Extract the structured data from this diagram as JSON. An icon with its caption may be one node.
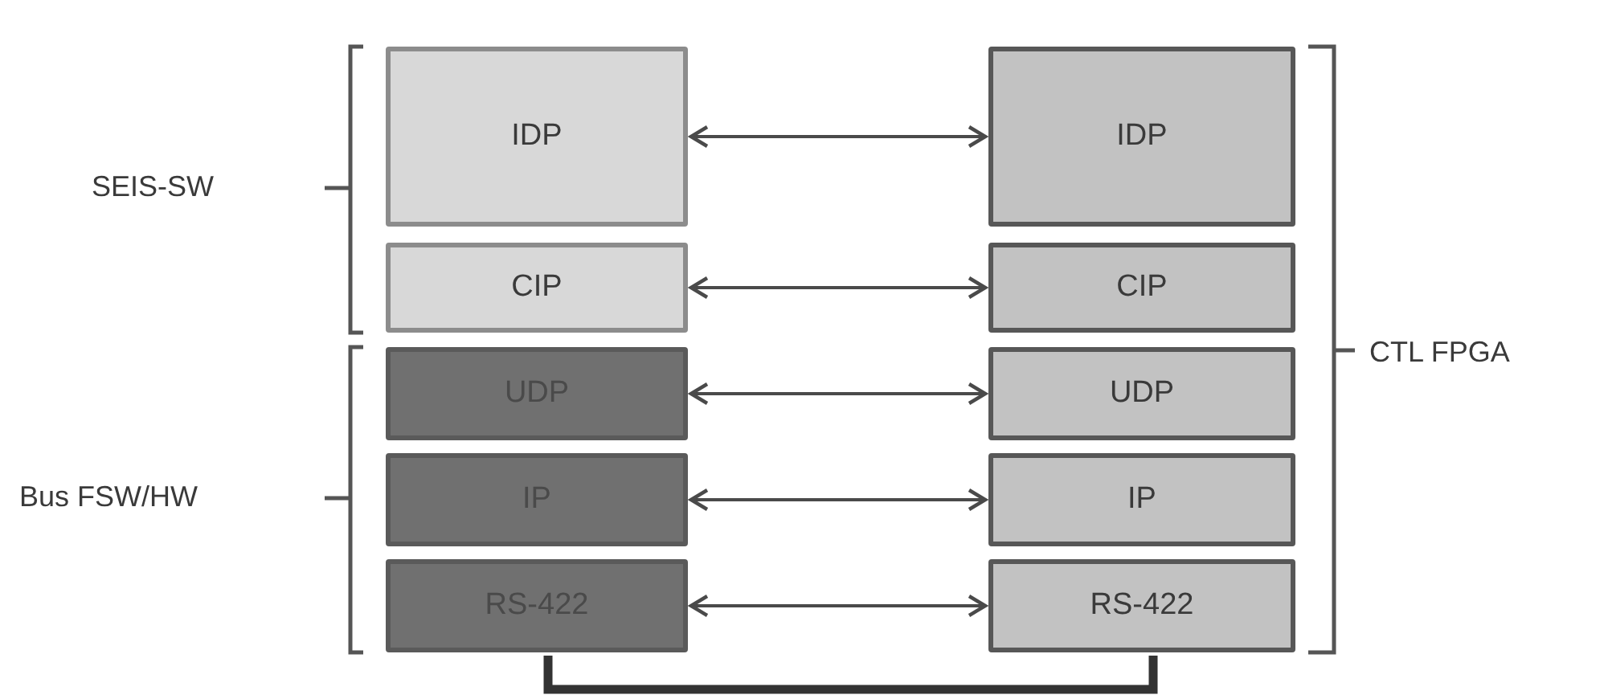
{
  "diagram": {
    "nodes": [
      {
        "text": [
          "IDP"
        ]
      },
      {
        "text": [
          "CIP"
        ]
      },
      {
        "text": [
          "UDP"
        ]
      },
      {
        "text": [
          "IP"
        ]
      },
      {
        "text": [
          "RS-422"
        ]
      },
      {
        "text": [
          "IDP"
        ]
      },
      {
        "text": [
          "CIP"
        ]
      },
      {
        "text": [
          "UDP"
        ]
      },
      {
        "text": [
          "IP"
        ]
      },
      {
        "text": [
          "RS-422"
        ]
      }
    ],
    "edges": [
      {
        "from": 0,
        "to": 5,
        "arrow": "both"
      },
      {
        "from": 1,
        "to": 6,
        "arrow": "both"
      },
      {
        "from": 2,
        "to": 7,
        "arrow": "both"
      },
      {
        "from": 3,
        "to": 8,
        "arrow": "both"
      },
      {
        "from": 4,
        "to": 9,
        "arrow": "both"
      },
      {
        "from": 4,
        "to": 9,
        "arrow": "none",
        "style": "thick"
      }
    ],
    "labels": [
      "SEIS-SW",
      "Bus FSW/HW",
      "CTL FPGA"
    ]
  }
}
